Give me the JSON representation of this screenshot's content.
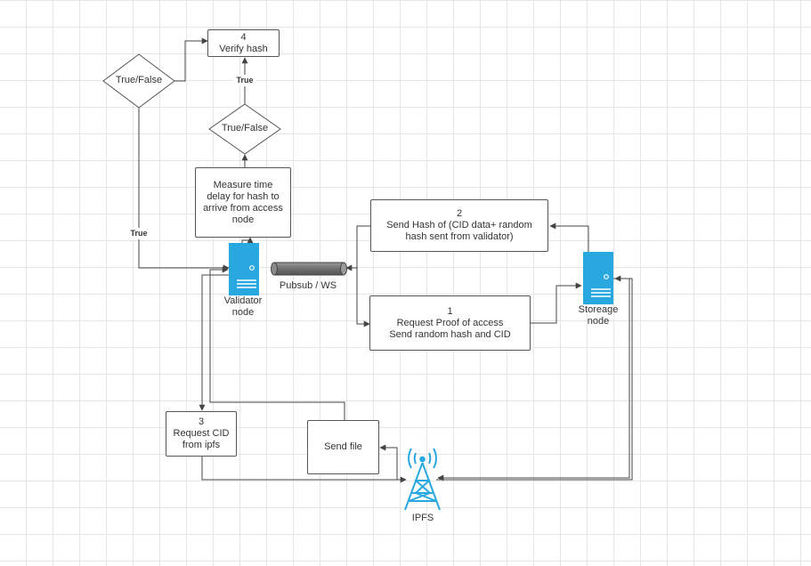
{
  "colors": {
    "server_blue": "#29a8e0",
    "line": "#444444",
    "pipe": "#777777"
  },
  "icons": {
    "validator": "server-icon",
    "storage": "server-icon",
    "ipfs": "radio-tower-icon",
    "pubsub": "pipe-cylinder-icon"
  },
  "nodes": {
    "verify": {
      "num": "4",
      "text": "Verify hash"
    },
    "decision_top": {
      "text": "True/False"
    },
    "decision_left": {
      "text": "True/False"
    },
    "measure": {
      "text": "Measure time\ndelay for hash to\narrive from access\nnode"
    },
    "send_hash": {
      "num": "2",
      "text": "Send Hash of (CID  data+ random\nhash sent from validator)"
    },
    "request_proof": {
      "num": "1",
      "text": "Request Proof of access\nSend random hash and CID"
    },
    "request_cid": {
      "num": "3",
      "text": "Request CID\nfrom ipfs"
    },
    "send_file": {
      "text": "Send file"
    },
    "validator_label": "Validator\nnode",
    "storage_label": "Storeage\nnode",
    "pubsub_label": "Pubsub / WS",
    "ipfs_label": "IPFS"
  },
  "edge_labels": {
    "true_top": "True",
    "true_left": "True"
  }
}
